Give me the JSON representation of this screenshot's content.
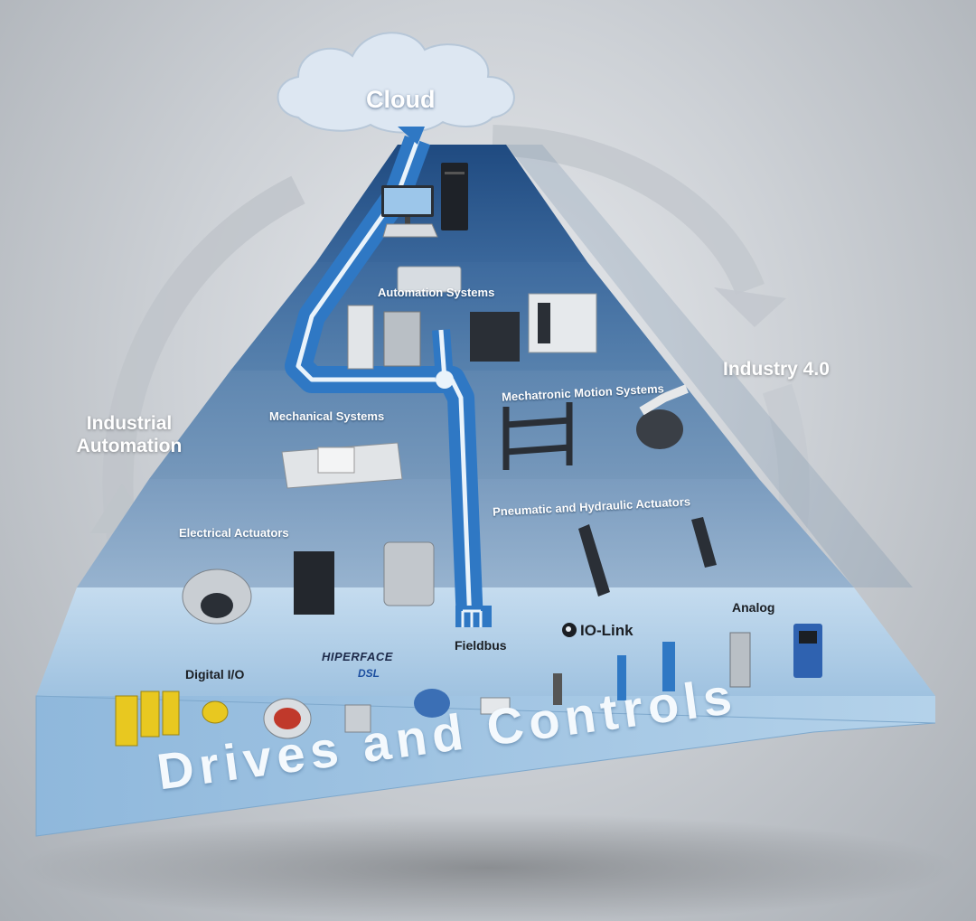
{
  "cloud_label": "Cloud",
  "side_labels": {
    "left_line1": "Industrial",
    "left_line2": "Automation",
    "right": "Industry 4.0"
  },
  "layers": {
    "automation_systems": "Automation Systems",
    "mechanical_systems": "Mechanical Systems",
    "mechatronic_motion_systems": "Mechatronic Motion Systems",
    "electrical_actuators": "Electrical Actuators",
    "pneumatic_hydraulic_actuators": "Pneumatic and Hydraulic Actuators"
  },
  "interfaces": {
    "digital_io": "Digital I/O",
    "hiperface_main": "HIPERFACE",
    "hiperface_sub": "DSL",
    "fieldbus": "Fieldbus",
    "io_link": "IO-Link",
    "analog": "Analog"
  },
  "base_label": "Drives and Controls",
  "colors": {
    "pyramid_top": "#2f5b92",
    "pyramid_mid": "#5d86b0",
    "pyramid_low": "#8fb0cc",
    "base_face": "#a8cbe6",
    "bus_line": "#3a7fc4",
    "arrow_grey": "#b9bec4"
  },
  "icons": [
    "cloud-icon",
    "computer-workstation-icon",
    "plc-icon",
    "linear-axis-icon",
    "gantry-robot-icon",
    "six-axis-robot-icon",
    "servo-motor-icon",
    "pneumatic-cylinder-icon",
    "safety-relay-icon",
    "encoder-icon",
    "proximity-sensor-icon",
    "pressure-sensor-icon",
    "io-link-logo-icon"
  ]
}
